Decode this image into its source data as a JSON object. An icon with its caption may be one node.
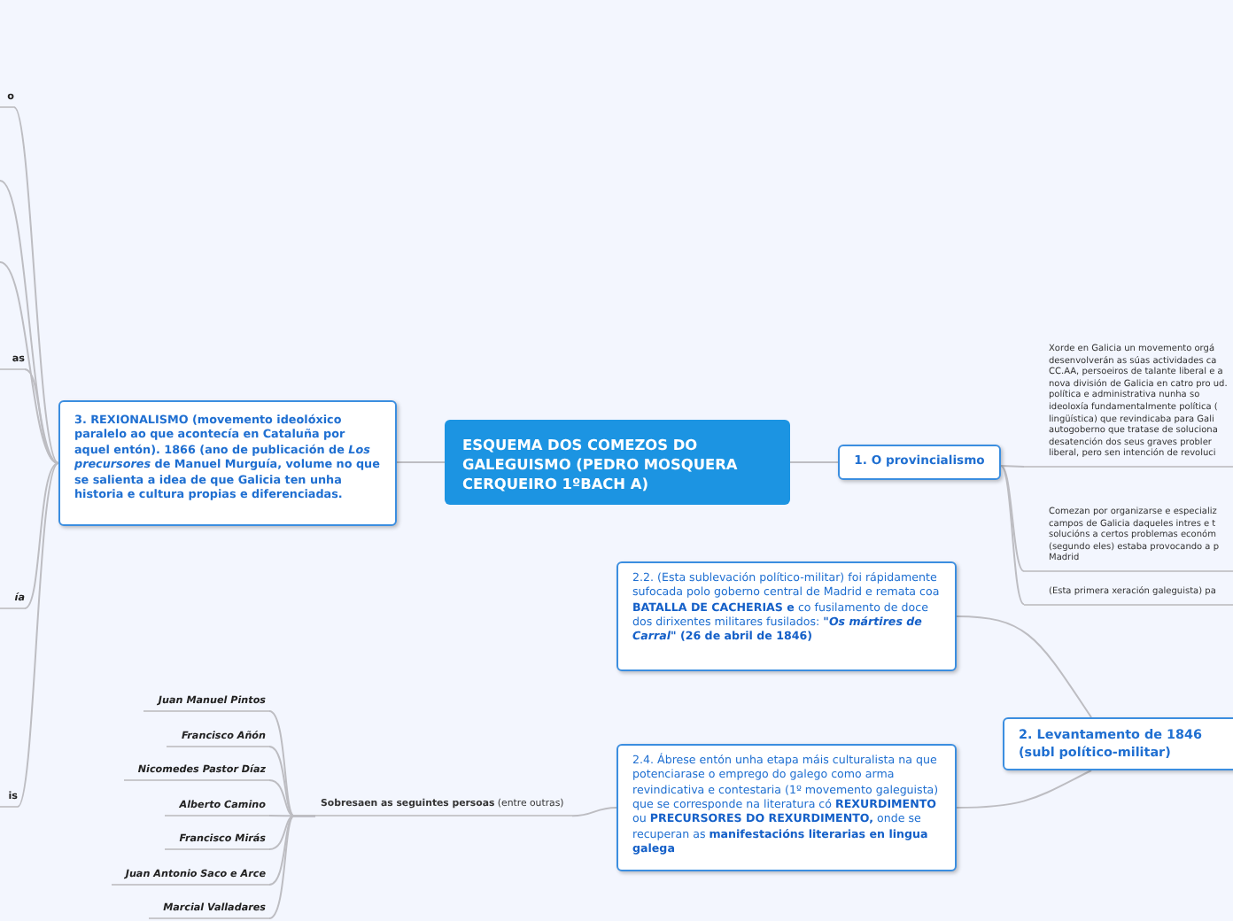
{
  "diagram": {
    "nodes": [
      {
        "text": [
          "ESQUEMA DOS COMEZOS DO GALEGUISMO (PEDRO MOSQUERA CERQUEIRO 1ºBACH A)"
        ]
      },
      {
        "text": [
          "1. O provincialismo"
        ]
      },
      {
        "text": [
          "Xorde en Galicia un movemento orgá desenvolverán as súas actividades ca CC.AA, persoeiros de talante liberal e a nova división de Galicia en catro pro ud. política e administrativa nunha so ideoloxía fundamentalmente política ( lingüística) que revindicaba para Gali autogoberno que tratase de soluciona desatención dos seus graves probler liberal, pero sen intención de revoluci"
        ]
      },
      {
        "text": [
          "Comezan por organizarse e especializ campos de Galicia daqueles intres e t solucións a certos problemas económ (segundo eles) estaba provocando a p Madrid"
        ]
      },
      {
        "text": [
          "(Esta primera xeración galeguista) pa"
        ]
      },
      {
        "text": [
          "2. Levantamento de 1846 (subl político-militar)"
        ]
      },
      {
        "text": [
          "2.2. (Esta sublevación político-militar) foi rápidamente sufocada polo goberno central de Madrid e remata coa **BATALLA DE CACHERIAS e** co fusilamento de doce dos dirixentes militares fusilados: **\"*Os mártires de Carral*\" (26 de abril de 1846)**"
        ]
      },
      {
        "text": [
          "2.4. Ábrese entón unha etapa máis culturalista na que potenciarase o emprego do galego como arma revindicativa e contestaria (1º movemento galeguista) que se corresponde na literatura có **REXURDIMENTO** ou **PRECURSORES DO REXURDIMENTO,** onde se recuperan as **manifestacións literarias en lingua galega**"
        ]
      },
      {
        "text": [
          "**Sobresaen as seguintes persoas** (entre outras)"
        ]
      },
      {
        "text": [
          "Juan Manuel Pintos"
        ]
      },
      {
        "text": [
          "Francisco Añón"
        ]
      },
      {
        "text": [
          "Nicomedes Pastor Díaz"
        ]
      },
      {
        "text": [
          "Alberto Camino"
        ]
      },
      {
        "text": [
          "Francisco Mirás"
        ]
      },
      {
        "text": [
          "Juan Antonio Saco e Arce"
        ]
      },
      {
        "text": [
          "Marcial Valladares"
        ]
      },
      {
        "text": [
          "3. REXIONALISMO (movemento ideolóxico paralelo ao que acontecía en Cataluña por aquel entón). 1866 (ano de publicación de *Los precursores* de Manuel Murguía, volume no que se salienta a idea de que Galicia ten unha historia e cultura propias e diferenciadas."
        ]
      },
      {
        "text": [
          "o"
        ]
      },
      {
        "text": [
          "as"
        ]
      },
      {
        "text": [
          "ía"
        ]
      },
      {
        "text": [
          "is"
        ]
      }
    ],
    "edges": [
      {
        "from": 0,
        "to": 1,
        "arrow": "none"
      },
      {
        "from": 1,
        "to": 2,
        "arrow": "none"
      },
      {
        "from": 1,
        "to": 3,
        "arrow": "none"
      },
      {
        "from": 1,
        "to": 4,
        "arrow": "none"
      },
      {
        "from": 5,
        "to": 6,
        "arrow": "none"
      },
      {
        "from": 5,
        "to": 7,
        "arrow": "none"
      },
      {
        "from": 7,
        "to": 8,
        "arrow": "none"
      },
      {
        "from": 8,
        "to": 9,
        "arrow": "none"
      },
      {
        "from": 8,
        "to": 10,
        "arrow": "none"
      },
      {
        "from": 8,
        "to": 11,
        "arrow": "none"
      },
      {
        "from": 8,
        "to": 12,
        "arrow": "none"
      },
      {
        "from": 8,
        "to": 13,
        "arrow": "none"
      },
      {
        "from": 8,
        "to": 14,
        "arrow": "none"
      },
      {
        "from": 8,
        "to": 15,
        "arrow": "none"
      },
      {
        "from": 0,
        "to": 16,
        "arrow": "none"
      },
      {
        "from": 16,
        "to": 17,
        "arrow": "none"
      },
      {
        "from": 16,
        "to": null,
        "arrow": "none"
      },
      {
        "from": 16,
        "to": null,
        "arrow": "none"
      },
      {
        "from": 16,
        "to": 18,
        "arrow": "none"
      },
      {
        "from": 16,
        "to": 19,
        "arrow": "none"
      },
      {
        "from": 16,
        "to": 20,
        "arrow": "none"
      }
    ]
  }
}
